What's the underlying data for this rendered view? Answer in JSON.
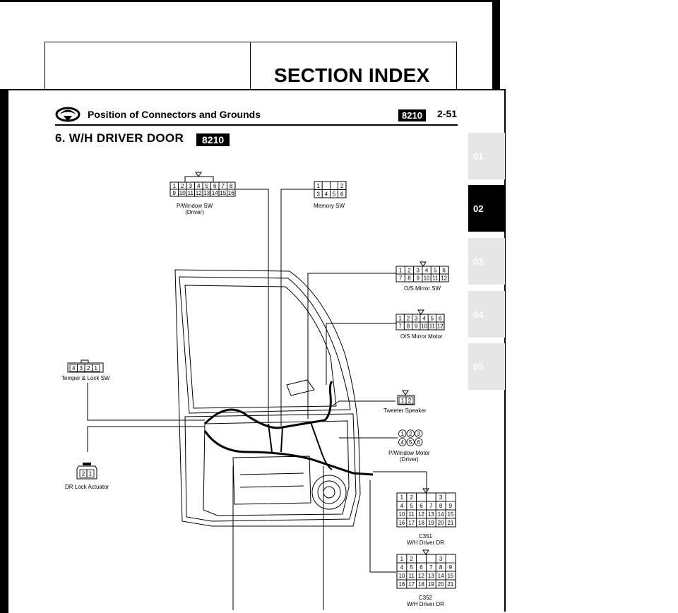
{
  "back_page": {
    "title": "SECTION INDEX"
  },
  "header": {
    "title": "Position of Connectors and Grounds",
    "code": "8210",
    "page": "2-51"
  },
  "section": {
    "heading": "6. W/H DRIVER DOOR",
    "code": "8210"
  },
  "tabs": [
    {
      "label": "01",
      "active": false
    },
    {
      "label": "02",
      "active": true
    },
    {
      "label": "03",
      "active": false
    },
    {
      "label": "04",
      "active": false
    },
    {
      "label": "05",
      "active": false
    }
  ],
  "connectors": {
    "pwindow_sw": {
      "name": "P/Window SW",
      "sub": "(Driver)",
      "row1": [
        "1",
        "2",
        "3",
        "4",
        "5",
        "6",
        "7",
        "8"
      ],
      "row2": [
        "9",
        "10",
        "11",
        "12",
        "13",
        "14",
        "15",
        "16"
      ]
    },
    "memory_sw": {
      "name": "Memory SW",
      "row1": [
        "1",
        "",
        "",
        "2"
      ],
      "row2": [
        "3",
        "4",
        "5",
        "6"
      ]
    },
    "os_mirror_sw": {
      "name": "O/S Mirror SW",
      "row1": [
        "1",
        "2",
        "3",
        "4",
        "5",
        "6"
      ],
      "row2": [
        "7",
        "8",
        "9",
        "10",
        "11",
        "12"
      ]
    },
    "os_mirror_motor": {
      "name": "O/S Mirror Motor",
      "row1": [
        "1",
        "2",
        "3",
        "4",
        "5",
        "6"
      ],
      "row2": [
        "7",
        "8",
        "9",
        "10",
        "11",
        "12"
      ]
    },
    "temper_lock_sw": {
      "name": "Temper & Lock SW",
      "pins": [
        "4",
        "3",
        "2",
        "1"
      ]
    },
    "tweeter_speaker": {
      "name": "Tweeter Speaker",
      "pins": [
        "1",
        "2"
      ]
    },
    "pwindow_motor": {
      "name": "P/Window Motor",
      "sub": "(Driver)",
      "row1": [
        "1",
        "2",
        "3"
      ],
      "row2": [
        "4",
        "5",
        "6"
      ]
    },
    "dr_lock_actuator": {
      "name": "DR Lock Actuator",
      "pins": [
        "2",
        "1"
      ]
    },
    "c351": {
      "code": "C351",
      "name": "W/H Driver DR"
    },
    "c352": {
      "code": "C352",
      "name": "W/H Driver DR"
    },
    "c35x_pins": {
      "r1": [
        "1",
        "2",
        "",
        "",
        "3"
      ],
      "r2": [
        "4",
        "5",
        "6",
        "7",
        "8",
        "9"
      ],
      "r3": [
        "10",
        "11",
        "12",
        "13",
        "14",
        "15"
      ],
      "r4": [
        "16",
        "17",
        "18",
        "19",
        "20",
        "21"
      ]
    }
  }
}
